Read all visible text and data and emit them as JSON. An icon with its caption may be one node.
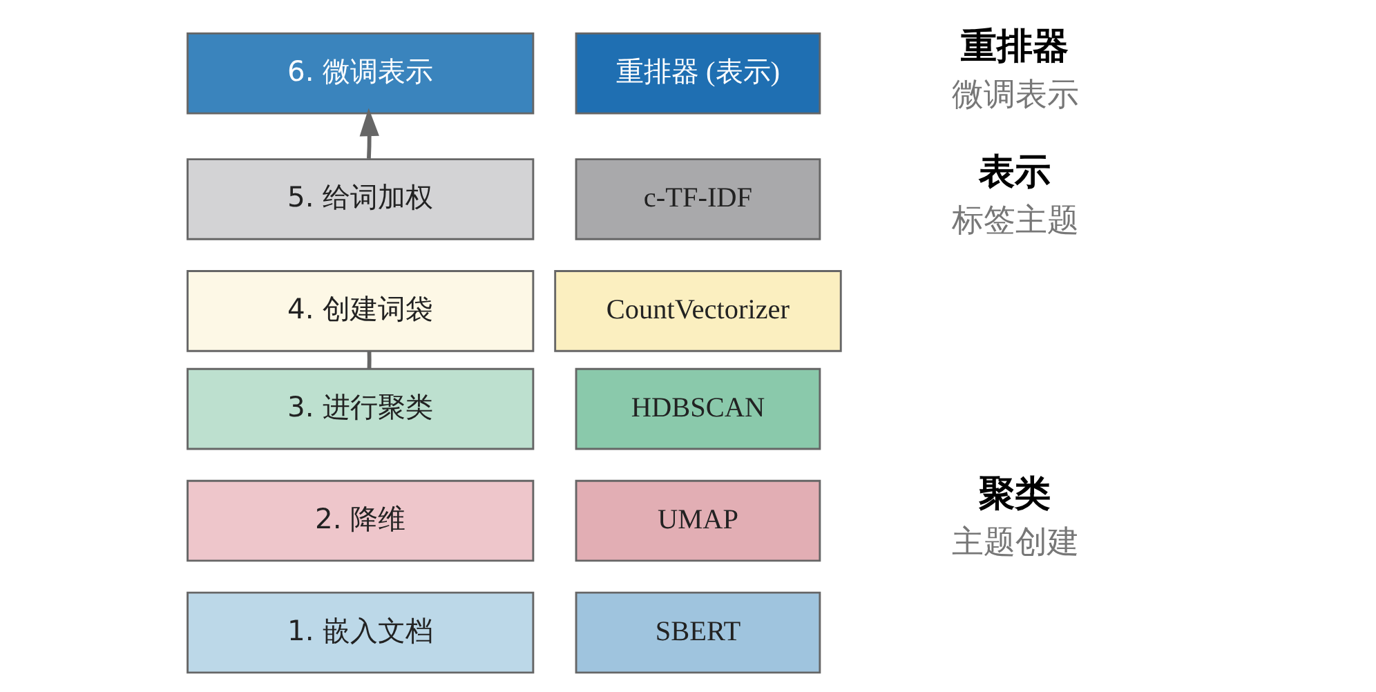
{
  "diagram": {
    "nodes": [
      {
        "text": [
          "6. 微调表示"
        ]
      },
      {
        "text": [
          "重排器 (表示)"
        ]
      },
      {
        "text": [
          "5. 给词加权"
        ]
      },
      {
        "text": [
          "c-TF-IDF"
        ]
      },
      {
        "text": [
          "4. 创建词袋"
        ]
      },
      {
        "text": [
          "CountVectorizer"
        ]
      },
      {
        "text": [
          "3. 进行聚类"
        ]
      },
      {
        "text": [
          "HDBSCAN"
        ]
      },
      {
        "text": [
          "2. 降维"
        ]
      },
      {
        "text": [
          "UMAP"
        ]
      },
      {
        "text": [
          "1. 嵌入文档"
        ]
      },
      {
        "text": [
          "SBERT"
        ]
      }
    ],
    "edges": [
      {
        "from": 6,
        "to": 4,
        "arrow": "none"
      },
      {
        "from": 2,
        "to": 0,
        "arrow": "to"
      }
    ],
    "labels": [
      "重排器",
      "微调表示",
      "表示",
      "标签主题",
      "聚类",
      "主题创建"
    ]
  }
}
